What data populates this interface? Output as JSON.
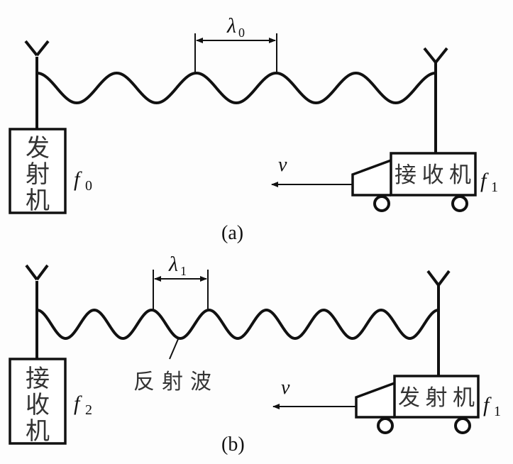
{
  "panels": [
    {
      "id": "a",
      "caption": "(a)",
      "left_device": {
        "chars": [
          "发",
          "射",
          "机"
        ],
        "freq": {
          "sym": "f",
          "sub": "0"
        }
      },
      "right_device": {
        "label": "接收机",
        "freq": {
          "sym": "f",
          "sub": "1"
        }
      },
      "velocity": "v",
      "wavelength": {
        "sym": "λ",
        "sub": "0"
      },
      "wave_cycles": 5
    },
    {
      "id": "b",
      "caption": "(b)",
      "left_device": {
        "chars": [
          "接",
          "收",
          "机"
        ],
        "freq": {
          "sym": "f",
          "sub": "2"
        }
      },
      "right_device": {
        "label": "发射机",
        "freq": {
          "sym": "f",
          "sub": "1"
        }
      },
      "velocity": "v",
      "wavelength": {
        "sym": "λ",
        "sub": "1"
      },
      "wave_annotation": "反射波",
      "wave_cycles": 7
    }
  ]
}
